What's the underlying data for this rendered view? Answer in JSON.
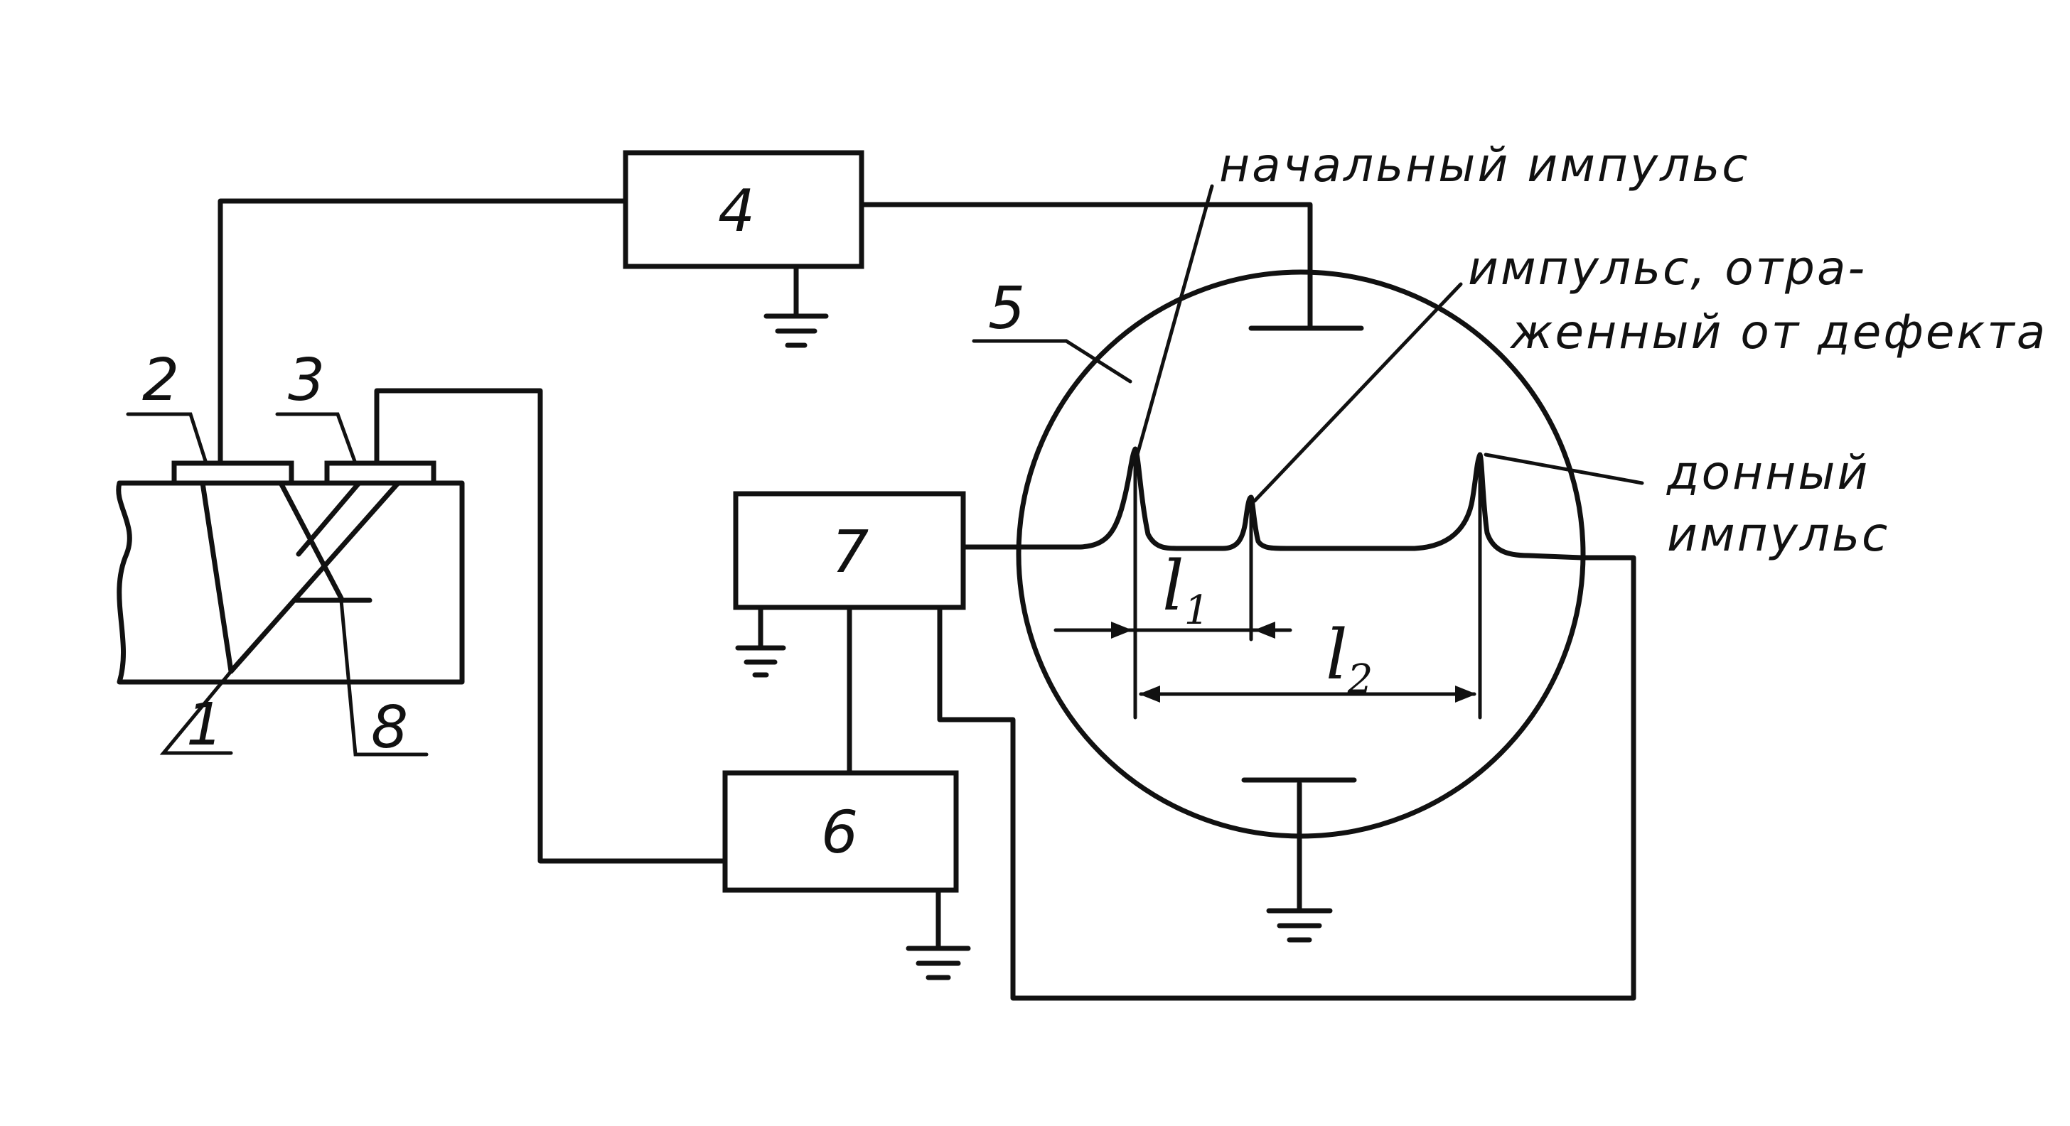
{
  "blocks": {
    "b4": "4",
    "b5": "5",
    "b6": "6",
    "b7": "7"
  },
  "callouts": {
    "c1": "1",
    "c2": "2",
    "c3": "3",
    "c8": "8"
  },
  "annotations": {
    "initial_pulse": "начальный импульс",
    "defect_pulse_line1": "импульс, отра-",
    "defect_pulse_line2": "женный от дефекта",
    "bottom_pulse_line1": "донный",
    "bottom_pulse_line2": "импульс"
  },
  "dimensions": {
    "l1": {
      "symbol": "l",
      "subscript": "1"
    },
    "l2": {
      "symbol": "l",
      "subscript": "2"
    }
  }
}
